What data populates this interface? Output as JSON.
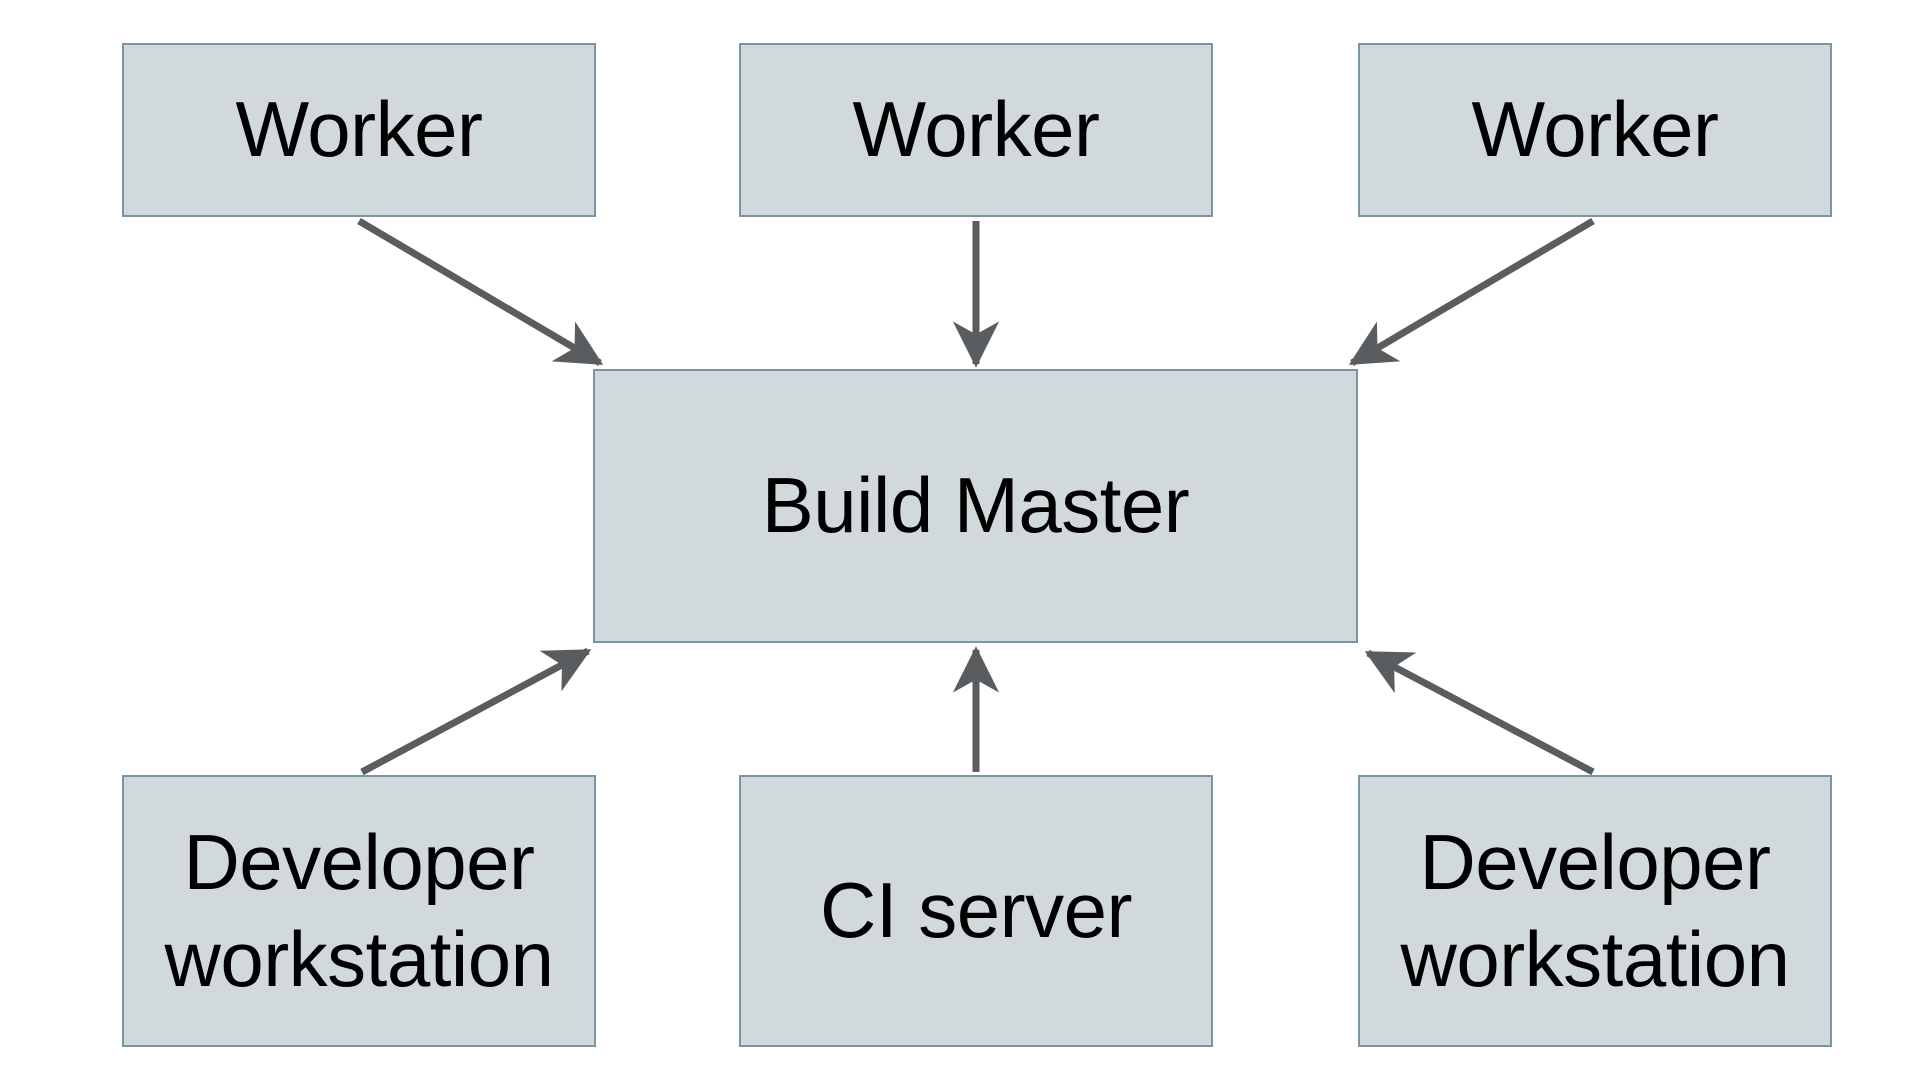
{
  "diagram": {
    "description": "Build Master distributed build architecture diagram",
    "nodes": [
      {
        "id": "worker-1",
        "label": "Worker"
      },
      {
        "id": "worker-2",
        "label": "Worker"
      },
      {
        "id": "worker-3",
        "label": "Worker"
      },
      {
        "id": "build-master",
        "label": "Build Master"
      },
      {
        "id": "developer-workstation-left",
        "label": "Developer workstation"
      },
      {
        "id": "ci-server",
        "label": "CI server"
      },
      {
        "id": "developer-workstation-right",
        "label": "Developer workstation"
      }
    ],
    "edges": [
      {
        "from": "worker-1",
        "to": "build-master",
        "direction": "down-right"
      },
      {
        "from": "worker-2",
        "to": "build-master",
        "direction": "down"
      },
      {
        "from": "worker-3",
        "to": "build-master",
        "direction": "down-left"
      },
      {
        "from": "developer-workstation-left",
        "to": "build-master",
        "direction": "up-right"
      },
      {
        "from": "ci-server",
        "to": "build-master",
        "direction": "up"
      },
      {
        "from": "developer-workstation-right",
        "to": "build-master",
        "direction": "up-left"
      }
    ],
    "colors": {
      "node_fill": "#d2d9dc",
      "node_border": "#7b95a3",
      "arrow": "#5a5d5f",
      "text": "#000000",
      "background": "#ffffff"
    }
  }
}
